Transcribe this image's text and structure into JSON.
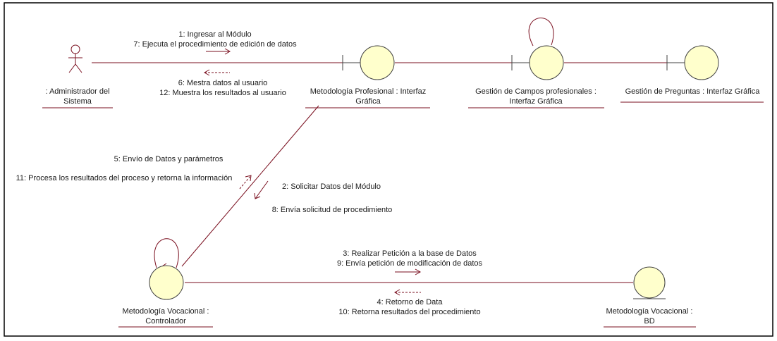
{
  "colors": {
    "line": "#7a0f1f",
    "object_fill": "#ffffcc",
    "object_stroke": "#404040",
    "text": "#1a1a1a",
    "frame": "#000000"
  },
  "objects": {
    "admin": {
      "kind": "actor",
      "label_lines": [
        ": Administrador del",
        "Sistema"
      ]
    },
    "metodologia_profesional": {
      "kind": "boundary",
      "label_lines": [
        "Metodología Profesional : Interfaz",
        "Gráfica"
      ]
    },
    "gestion_campos": {
      "kind": "boundary",
      "label_lines": [
        "Gestión de Campos profesionales :",
        "Interfaz Gráfica"
      ]
    },
    "gestion_preguntas": {
      "kind": "boundary",
      "label_lines": [
        "Gestión de Preguntas : Interfaz Gráfica"
      ]
    },
    "metodologia_vocacional_controlador": {
      "kind": "control",
      "label_lines": [
        "Metodología Vocacional :",
        "Controlador"
      ]
    },
    "metodologia_vocacional_bd": {
      "kind": "entity",
      "label_lines": [
        "Metodología Vocacional :",
        "BD"
      ]
    }
  },
  "messages": {
    "admin_to_mp": [
      "1: Ingresar al Módulo",
      "7: Ejecuta el procedimiento de edición de datos"
    ],
    "mp_to_admin": [
      "6: Mestra datos al usuario",
      "12: Muestra los resultados al usuario"
    ],
    "ctrl_to_mp_1": "5: Envío de Datos y parámetros",
    "ctrl_to_mp_2": "11: Procesa los resultados del proceso y retorna la información",
    "mp_to_ctrl_1": "2: Solicitar Datos del Módulo",
    "mp_to_ctrl_2": "8: Envía solicitud de procedimiento",
    "ctrl_to_bd": [
      "3: Realizar Petición a la base de Datos",
      "9: Envía petición de modificación de datos"
    ],
    "bd_to_ctrl": [
      "4: Retorno de Data",
      "10: Retorna resultados del procedimiento"
    ]
  }
}
